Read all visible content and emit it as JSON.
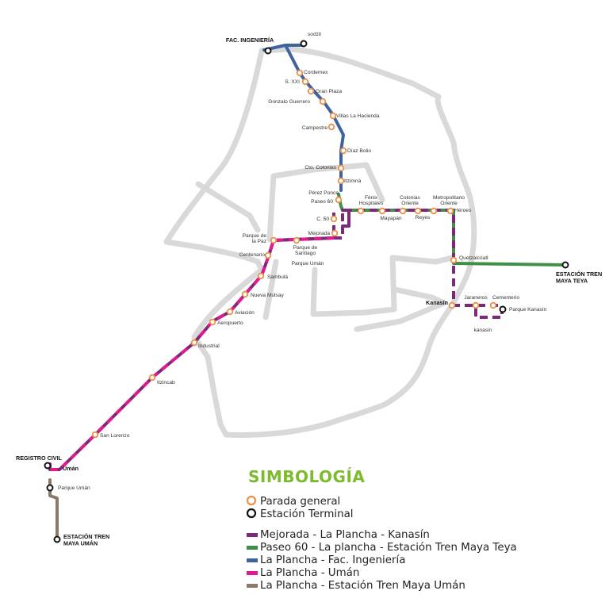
{
  "legend": {
    "title": "SIMBOLOGÍA",
    "stop_general": "Parada general",
    "stop_terminal": "Estación Terminal",
    "routes": [
      {
        "label": "Mejorada - La Plancha - Kanasín",
        "color": "#7b2a79"
      },
      {
        "label": "Paseo 60 - La plancha - Estación Tren Maya Teya",
        "color": "#3f8f46"
      },
      {
        "label": "La Plancha - Fac. Ingeniería",
        "color": "#3e64a0"
      },
      {
        "label": "La Plancha - Umán",
        "color": "#e11b8f"
      },
      {
        "label": "La Plancha - Estación Tren Maya Umán",
        "color": "#8c7a68"
      }
    ]
  },
  "colors": {
    "city_outline": "#d9d9d9",
    "stop_ring": "#e9904a",
    "terminal_ring": "#111111"
  },
  "stops": {
    "cordemex": "Cordemex",
    "sxxi": "S. XXI",
    "gran_plaza": "Gran Plaza",
    "gonzalo_guerrero": "Gonzalo Guerrero",
    "villas_la_hacienda": "Villas La Hacienda",
    "campestre": "Campestre",
    "diaz_bolio": "Díaz Bolio",
    "cto_colonias": "Cto. Colonias",
    "itzimna": "Itzimná",
    "perez_ponce": "Pérez Ponce",
    "paseo_60": "Paseo 60",
    "c50": "C. 50",
    "mejorada": "Mejorada",
    "fenix_hospitales": "Fénix Hospitales",
    "mayapan": "Mayapán",
    "colonias_oriente": "Colonias Oriente",
    "reyes": "Reyes",
    "metropolitano_oriente": "Metropolitano Oriente",
    "heroes": "Héroes",
    "parque_de_la_paz": "Parque de la Paz",
    "parque_de_santiago": "Parque de Santiago",
    "parque_uman_city": "Parque Umán",
    "centenario": "Centenario",
    "sambula": "Sambulá",
    "nueva_mulsay": "Nueva Mulsay",
    "aviacion": "Aviación",
    "aeropuerto": "Aeropuerto",
    "industrial": "Industrial",
    "itzincab": "Itzincab",
    "san_lorenzo": "San Lorenzo",
    "quetzalcoatl": "Quetzalcóatl",
    "kanasin_stop": "Kanasín",
    "jaraneros": "Jaraneros",
    "cementerio": "Cementerio",
    "parque_kanasin": "Parque Kanasín",
    "kanasin_label": "kanasín",
    "parque_uman_south": "Parque Umán"
  },
  "terminals": {
    "fac_ingenieria": "FAC. INGENIERÍA",
    "sodzil": "sodzil",
    "registro_civil": "REGISTRO CIVIL",
    "uman": "Umán",
    "teya": [
      "ESTACIÓN TREN",
      "MAYA TEYA"
    ],
    "uman_tren": [
      "ESTACIÓN TREN",
      "MAYA UMÁN"
    ]
  }
}
